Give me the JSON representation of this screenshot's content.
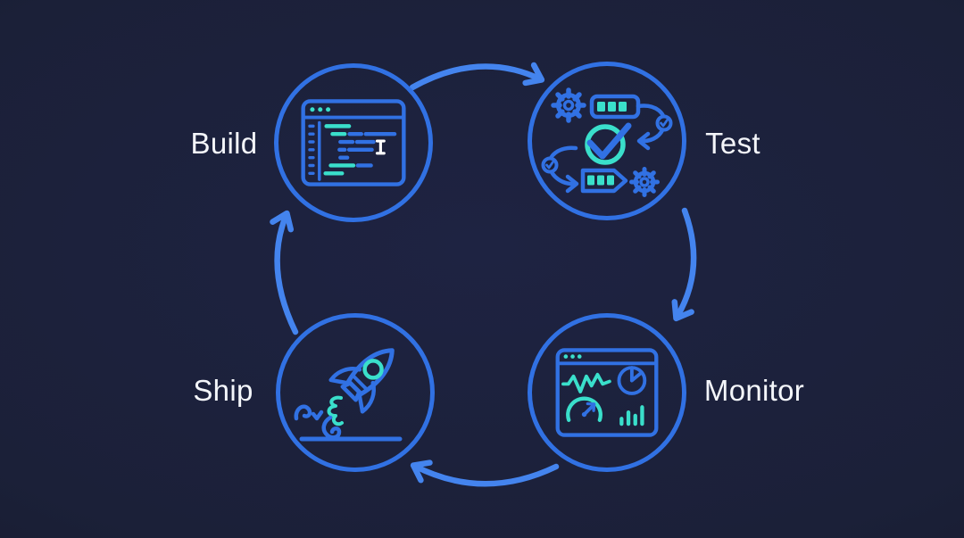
{
  "diagram": {
    "type": "cycle",
    "nodes": [
      {
        "label": "Build",
        "icon": "code-editor-icon",
        "position": "top-left"
      },
      {
        "label": "Test",
        "icon": "test-pipeline-icon",
        "position": "top-right"
      },
      {
        "label": "Monitor",
        "icon": "analytics-dashboard-icon",
        "position": "bottom-right"
      },
      {
        "label": "Ship",
        "icon": "rocket-launch-icon",
        "position": "bottom-left"
      }
    ],
    "arrows": [
      {
        "from": "Build",
        "to": "Test"
      },
      {
        "from": "Test",
        "to": "Monitor"
      },
      {
        "from": "Monitor",
        "to": "Ship"
      },
      {
        "from": "Ship",
        "to": "Build"
      }
    ],
    "colors": {
      "bg": "#1b2038",
      "bg-center": "#1e2342",
      "bg-edge": "#141828",
      "node": "#3171e3",
      "arrow": "#4484ee",
      "teal": "#3adfcb",
      "text": "#f4f6fa",
      "white": "#ffffff"
    }
  }
}
